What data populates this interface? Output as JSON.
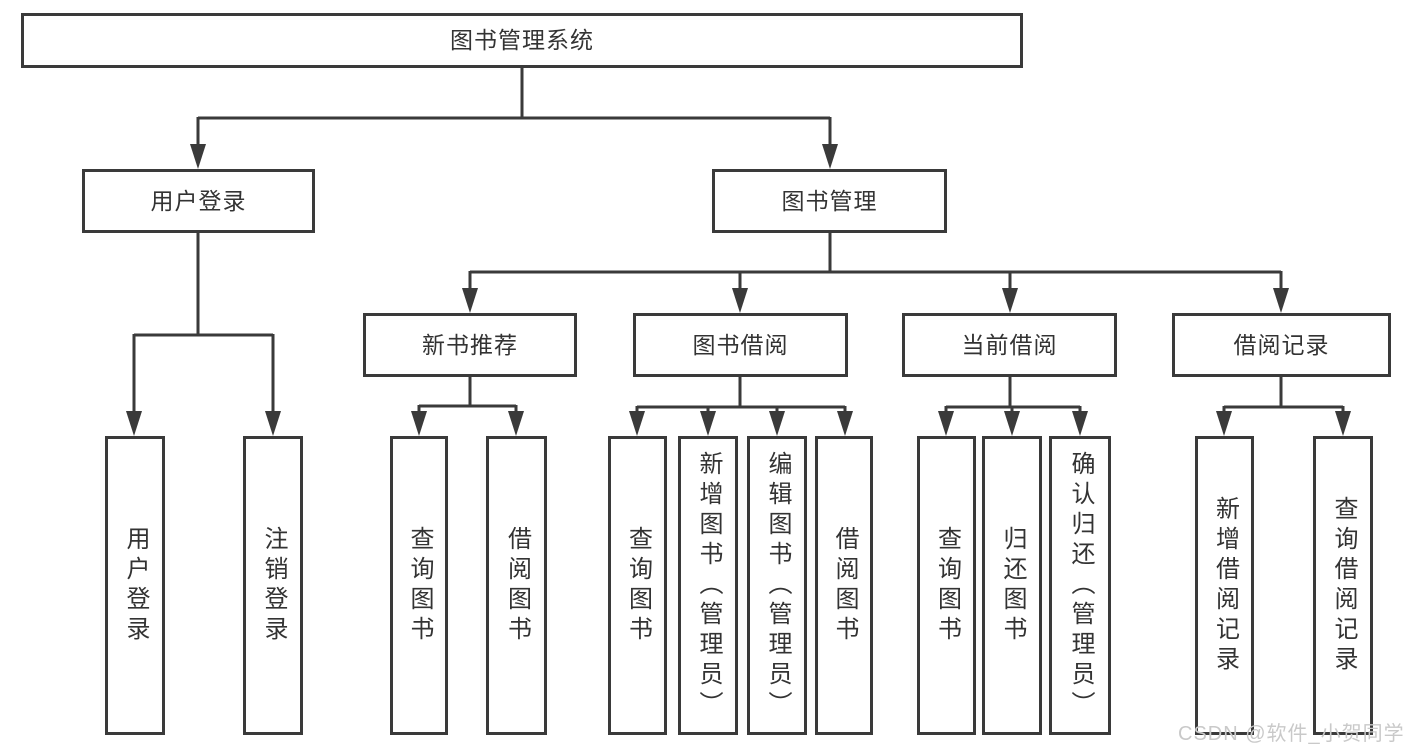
{
  "diagram": {
    "root": {
      "label": "图书管理系统",
      "children": [
        {
          "label": "用户登录",
          "children": [
            {
              "label": "用户登录"
            },
            {
              "label": "注销登录"
            }
          ]
        },
        {
          "label": "图书管理",
          "children": [
            {
              "label": "新书推荐",
              "children": [
                {
                  "label": "查询图书"
                },
                {
                  "label": "借阅图书"
                }
              ]
            },
            {
              "label": "图书借阅",
              "children": [
                {
                  "label": "查询图书"
                },
                {
                  "label": "新增图书（管理员）"
                },
                {
                  "label": "编辑图书（管理员）"
                },
                {
                  "label": "借阅图书"
                }
              ]
            },
            {
              "label": "当前借阅",
              "children": [
                {
                  "label": "查询图书"
                },
                {
                  "label": "归还图书"
                },
                {
                  "label": "确认归还（管理员）"
                }
              ]
            },
            {
              "label": "借阅记录",
              "children": [
                {
                  "label": "新增借阅记录"
                },
                {
                  "label": "查询借阅记录"
                }
              ]
            }
          ]
        }
      ]
    },
    "watermark": "CSDN @软件_小贺同学",
    "colors": {
      "line": "#3a3a3a",
      "text": "#333333",
      "watermark_text": "#c9c9c9",
      "background": "#ffffff"
    }
  }
}
